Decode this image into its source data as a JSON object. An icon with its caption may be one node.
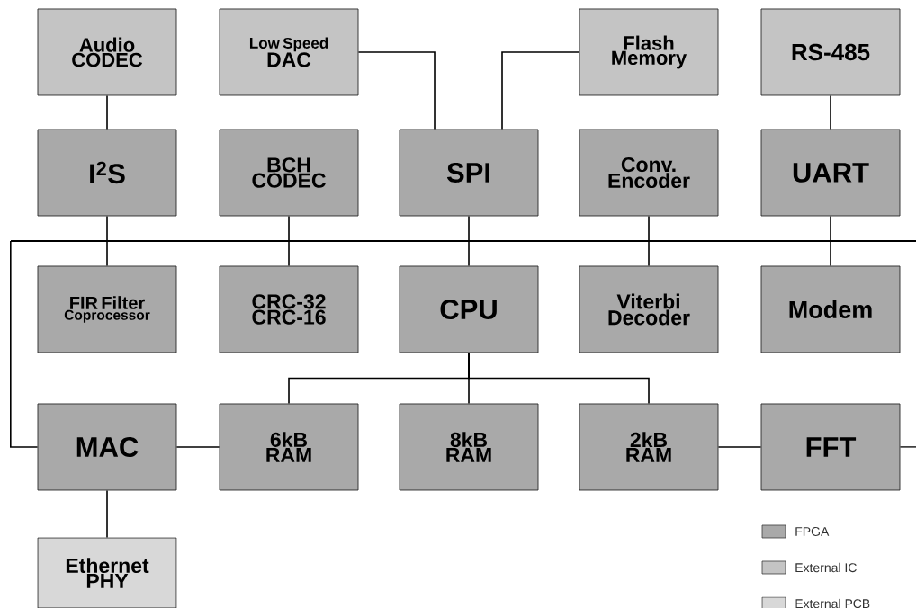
{
  "diagram": {
    "nodes": [
      {
        "text": [
          "Audio CODEC"
        ]
      },
      {
        "text": [
          "Low Speed",
          "DAC"
        ]
      },
      {
        "text": [
          "Flash Memory"
        ]
      },
      {
        "text": [
          "RS-485"
        ]
      },
      {
        "text": [
          "I$^{2}$S"
        ]
      },
      {
        "text": [
          "BCH CODEC"
        ]
      },
      {
        "text": [
          "SPI"
        ]
      },
      {
        "text": [
          "Conv. Encoder"
        ]
      },
      {
        "text": [
          "UART"
        ]
      },
      {
        "text": [],
        "shape": "bar"
      },
      {
        "text": [
          "FIR Filter",
          "Coprocessor"
        ]
      },
      {
        "text": [
          "CRC-32 CRC-16"
        ]
      },
      {
        "text": [
          "CPU"
        ]
      },
      {
        "text": [
          "Viterbi Decoder"
        ]
      },
      {
        "text": [
          "Modem"
        ]
      },
      {
        "text": [
          "MAC"
        ]
      },
      {
        "text": [
          "6kB RAM"
        ]
      },
      {
        "text": [
          "8kB RAM"
        ]
      },
      {
        "text": [
          "2kB RAM"
        ]
      },
      {
        "text": [
          "FFT"
        ]
      },
      {
        "text": [
          "Ethernet PHY"
        ]
      }
    ],
    "edges": [
      {
        "from": 0,
        "to": 4,
        "arrow": "none"
      },
      {
        "from": 1,
        "to": 6,
        "arrow": "none"
      },
      {
        "from": 2,
        "to": 6,
        "arrow": "none"
      },
      {
        "from": 3,
        "to": 8,
        "arrow": "none"
      },
      {
        "from": 4,
        "to": 9,
        "arrow": "none"
      },
      {
        "from": 5,
        "to": 9,
        "arrow": "none"
      },
      {
        "from": 6,
        "to": 9,
        "arrow": "none"
      },
      {
        "from": 7,
        "to": 9,
        "arrow": "none"
      },
      {
        "from": 8,
        "to": 9,
        "arrow": "none"
      },
      {
        "from": 9,
        "to": 10,
        "arrow": "none"
      },
      {
        "from": 9,
        "to": 11,
        "arrow": "none"
      },
      {
        "from": 9,
        "to": 12,
        "arrow": "none"
      },
      {
        "from": 9,
        "to": 13,
        "arrow": "none"
      },
      {
        "from": 9,
        "to": 14,
        "arrow": "none"
      },
      {
        "from": 15,
        "to": 9,
        "arrow": "none"
      },
      {
        "from": 12,
        "to": 16,
        "arrow": "none"
      },
      {
        "from": 12,
        "to": 17,
        "arrow": "none"
      },
      {
        "from": 12,
        "to": 18,
        "arrow": "none"
      },
      {
        "from": 15,
        "to": 16,
        "arrow": "none"
      },
      {
        "from": 18,
        "to": 19,
        "arrow": "none"
      },
      {
        "from": 19,
        "to": null,
        "arrow": "none"
      },
      {
        "from": 15,
        "to": 20,
        "arrow": "none"
      }
    ],
    "legend": [
      {
        "text": "FPGA",
        "color": "#a9a9a9"
      },
      {
        "text": "External IC",
        "color": "#c4c4c4"
      },
      {
        "text": "External PCB",
        "color": "#d8d8d8"
      }
    ]
  }
}
